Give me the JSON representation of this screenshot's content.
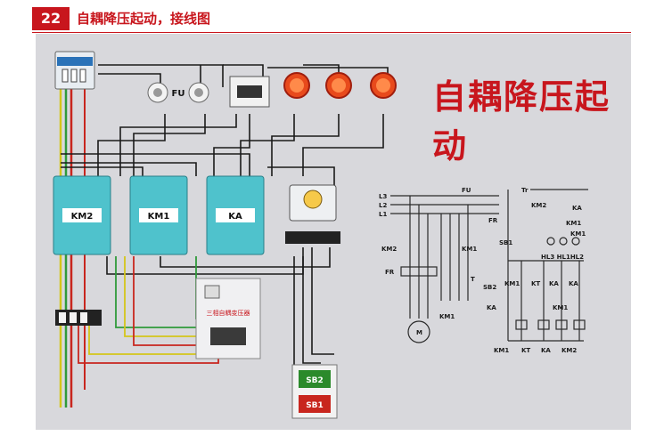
{
  "header": {
    "number": "22",
    "title": "自耦降压起动，接线图"
  },
  "photo": {
    "big_title": "自耦降压起动",
    "fuse_label": "FU",
    "contactors": [
      "KM2",
      "KM1",
      "KA"
    ],
    "transformer_label": "三相自耦变压器",
    "buttons": [
      "SB2",
      "SB1"
    ]
  },
  "schematic": {
    "phases": [
      "L3",
      "L2",
      "L1"
    ],
    "labels": {
      "fu": "FU",
      "tr": "Tr",
      "km2_top": "KM2",
      "ka_top": "KA",
      "km1_r": "KM1",
      "km1_r2": "KM1",
      "fr_left": "FR",
      "km2_left": "KM2",
      "km1_left": "KM1",
      "fr_ctrl": "FR",
      "sb1": "SB1",
      "sb2": "SB2",
      "km1_c": "KM1",
      "kt_c": "KT",
      "ka_c": "KA",
      "ka_c2": "KA",
      "ka_left": "KA",
      "km1_c2": "KM1",
      "km1_bottom": "KM1",
      "motor": "M",
      "lamps": "HL3 HL1HL2",
      "t": "T"
    },
    "coils": [
      "KM1",
      "KT",
      "KA",
      "KM2"
    ]
  }
}
